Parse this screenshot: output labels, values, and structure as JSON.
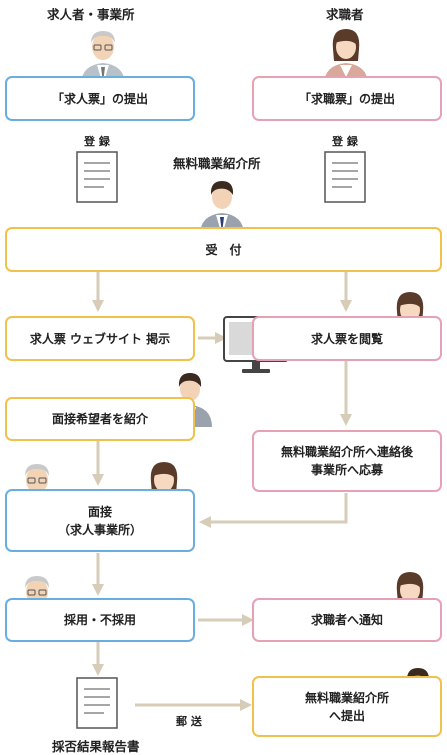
{
  "headers": {
    "employer": "求人者・事業所",
    "seeker": "求職者"
  },
  "boxes": {
    "employer_submit": "「求人票」の提出",
    "seeker_submit": "「求職票」の提出",
    "reception": "受　付",
    "post_website": "求人票 ウェブサイト 掲示",
    "browse": "求人票を閲覧",
    "introduce": "面接希望者を紹介",
    "contact_apply": "無料職業紹介所へ連絡後\n事業所へ応募",
    "interview": "面接\n（求人事業所）",
    "hire_decision": "採用・不採用",
    "notify": "求職者へ通知",
    "submit_agency": "無料職業紹介所\nへ提出"
  },
  "labels": {
    "register_left": "登 録",
    "register_right": "登 録",
    "agency": "無料職業紹介所",
    "mail": "郵 送",
    "report": "採否結果報告書"
  },
  "colors": {
    "blue": "#6aaedf",
    "pink": "#e7a1b4",
    "yellow": "#f0c24d",
    "arrow": "#d6ccb7"
  },
  "icons": [
    "elderly-man-icon",
    "woman-icon",
    "businessman-icon",
    "document-icon",
    "monitor-icon",
    "arrow-icon"
  ]
}
